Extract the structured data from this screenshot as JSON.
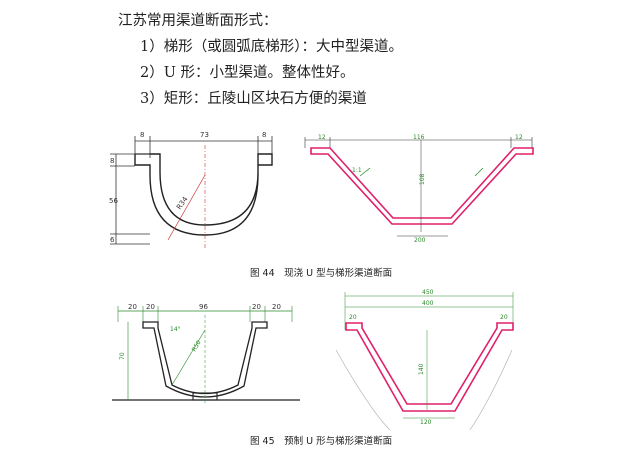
{
  "text": {
    "heading": "江苏常用渠道断面形式：",
    "items": [
      "1）梯形（或圆弧底梯形）：大中型渠道。",
      "2）U 形：小型渠道。整体性好。",
      "3）矩形：丘陵山区块石方便的渠道"
    ]
  },
  "fig44": {
    "caption": "图 44　现浇 U 型与梯形渠道断面",
    "u": {
      "w_left": "8",
      "w_mid": "73",
      "w_right": "8",
      "h_top": "8",
      "h_total": "56",
      "h_bottom": "6",
      "radius": "R34"
    },
    "trap": {
      "top_left": "12",
      "top_mid": "116",
      "top_right": "12",
      "height": "108",
      "bottom": "200",
      "slope": "1:1"
    }
  },
  "fig45": {
    "caption": "图 45　预制 U 形与梯形渠道断面",
    "u": {
      "left_a": "20",
      "left_b": "20",
      "mid": "96",
      "right_a": "20",
      "right_b": "20",
      "height": "70",
      "radius": "R50",
      "angle": "14°"
    },
    "trap": {
      "top_total": "450",
      "top_inner": "400",
      "top_left": "20",
      "top_right": "20",
      "height": "140",
      "bottom": "120"
    }
  }
}
